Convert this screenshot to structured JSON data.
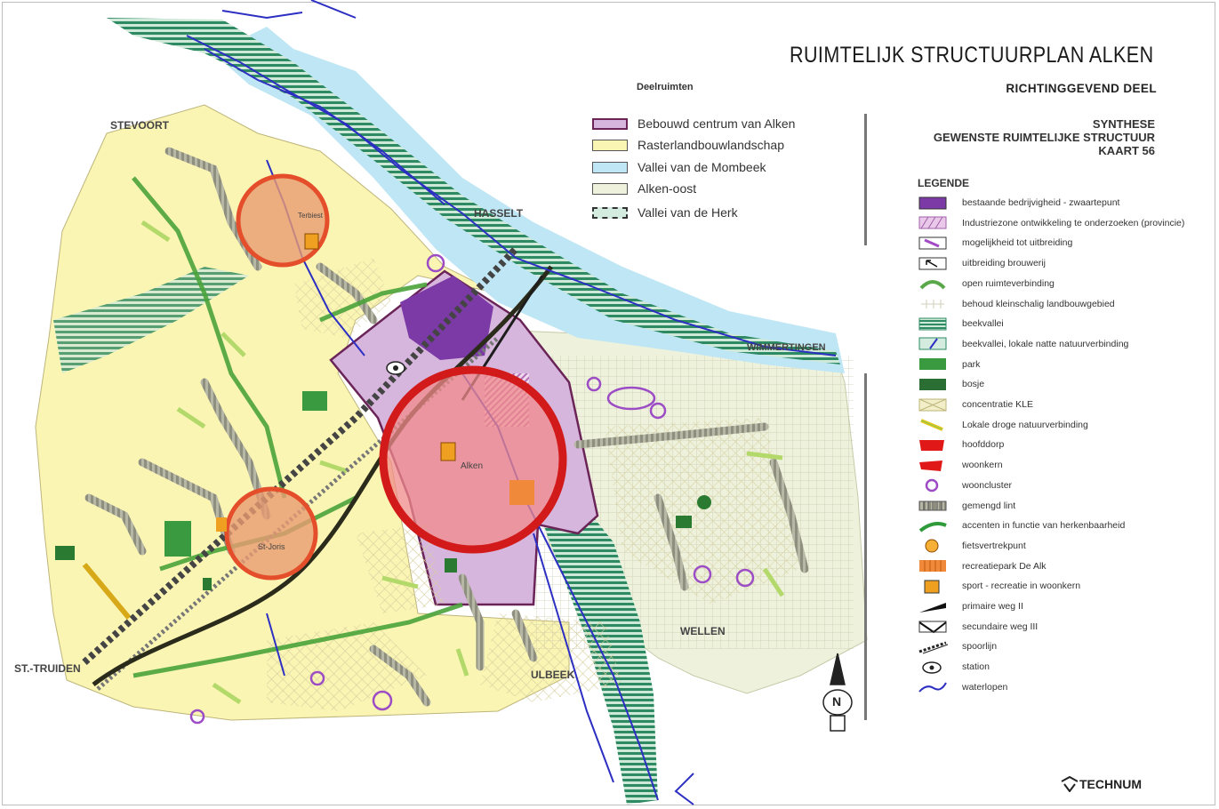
{
  "title": "RUIMTELIJK STRUCTUURPLAN ALKEN",
  "subtitle": "RICHTINGGEVEND DEEL",
  "synthesis": [
    "SYNTHESE",
    "GEWENSTE RUIMTELIJKE STRUCTUUR",
    "KAART 56"
  ],
  "deelruimten": {
    "heading": "Deelruimten",
    "items": [
      {
        "label": "Bebouwd centrum van Alken",
        "color": "#d7b6dd",
        "border": "#6a2457"
      },
      {
        "label": "Rasterlandbouwlandschap",
        "color": "#fbf5b4",
        "border": "#777777"
      },
      {
        "label": "Vallei van de Mombeek",
        "color": "#bfe6f4",
        "border": "#777777"
      },
      {
        "label": "Alken-oost",
        "color": "#eef2dc",
        "border": "#777777"
      },
      {
        "label": "Vallei van de Herk",
        "color": "#d3ecdf",
        "border": "#333333"
      }
    ]
  },
  "legend": {
    "heading": "LEGENDE",
    "items": [
      {
        "label": "bestaande bedrijvigheid - zwaartepunt",
        "icon": "purple-block"
      },
      {
        "label": "Industriezone ontwikkeling te onderzoeken (provincie)",
        "icon": "hatched-purple"
      },
      {
        "label": "mogelijkheid tot uitbreiding",
        "icon": "expansion-arrow"
      },
      {
        "label": "uitbreiding brouwerij",
        "icon": "black-arrow"
      },
      {
        "label": "open ruimteverbinding",
        "icon": "green-arc"
      },
      {
        "label": "behoud kleinschalig landbouwgebied",
        "icon": "light-grid"
      },
      {
        "label": "beekvallei",
        "icon": "green-stripes"
      },
      {
        "label": "beekvallei, lokale natte natuurverbinding",
        "icon": "blue-stroke"
      },
      {
        "label": "park",
        "icon": "green-square"
      },
      {
        "label": "bosje",
        "icon": "darkgreen-square"
      },
      {
        "label": "concentratie KLE",
        "icon": "kle-grid"
      },
      {
        "label": "Lokale droge natuurverbinding",
        "icon": "yellow-arrow"
      },
      {
        "label": "hoofddorp",
        "icon": "red-shape"
      },
      {
        "label": "woonkern",
        "icon": "red-shape-small"
      },
      {
        "label": "wooncluster",
        "icon": "purple-circle"
      },
      {
        "label": "gemengd lint",
        "icon": "grey-lint"
      },
      {
        "label": "accenten in functie van herkenbaarheid",
        "icon": "green-curve"
      },
      {
        "label": "fietsvertrekpunt",
        "icon": "orange-circle"
      },
      {
        "label": "recreatiepark De Alk",
        "icon": "orange-grid"
      },
      {
        "label": "sport - recreatie in woonkern",
        "icon": "orange-square"
      },
      {
        "label": "primaire weg II",
        "icon": "road-primary"
      },
      {
        "label": "secundaire weg III",
        "icon": "road-secondary"
      },
      {
        "label": "spoorlijn",
        "icon": "rail"
      },
      {
        "label": "station",
        "icon": "station-eye"
      },
      {
        "label": "waterlopen",
        "icon": "water-line"
      }
    ]
  },
  "places": {
    "stevoort": "STEVOORT",
    "hasselt": "HASSELT",
    "wimmertingen": "WIMMERTINGEN",
    "sttruiden": "ST.-TRUIDEN",
    "wellen": "WELLEN",
    "ulbeek": "ULBEEK",
    "alken": "Alken",
    "sint_joris": "St-Joris",
    "terbiest": "Terbiest"
  },
  "north": "N",
  "logo": "TECHNUM"
}
